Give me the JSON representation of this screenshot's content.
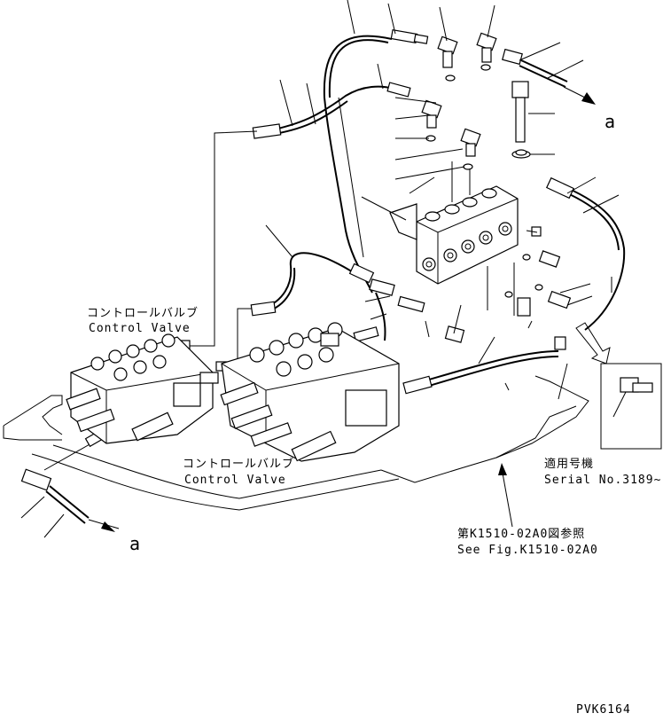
{
  "labels": {
    "control_valve_upper_jp": "コントロールバルブ",
    "control_valve_upper_en": "Control Valve",
    "control_valve_lower_jp": "コントロールバルブ",
    "control_valve_lower_en": "Control Valve",
    "serial_jp": "適用号機",
    "serial_en": "Serial No.3189~",
    "fig_ref_jp": "第K1510-02A0図参照",
    "fig_ref_en": "See Fig.K1510-02A0",
    "arrow_ref_top": "a",
    "arrow_ref_bottom": "a",
    "drawing_code": "PVK6164"
  }
}
